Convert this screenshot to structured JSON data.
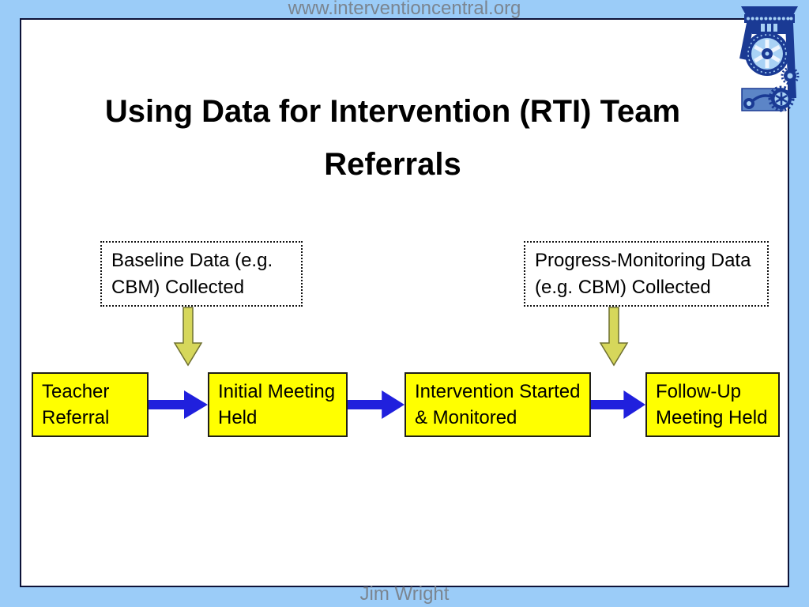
{
  "page": {
    "site_url": "www.interventioncentral.org",
    "author": "Jim Wright"
  },
  "slide": {
    "title": "Using Data for Intervention (RTI) Team\nReferrals"
  },
  "annotations": [
    {
      "label": "Baseline Data (e.g.\nCBM) Collected"
    },
    {
      "label": "Progress-Monitoring Data\n(e.g. CBM) Collected"
    }
  ],
  "flow_steps": [
    {
      "label": "Teacher\nReferral"
    },
    {
      "label": "Initial Meeting\nHeld"
    },
    {
      "label": "Intervention Started\n& Monitored"
    },
    {
      "label": "Follow-Up\nMeeting Held"
    }
  ],
  "icons": {
    "down_arrow": "down-arrow",
    "flow_arrow": "right-arrow",
    "logo": "printing-press-logo"
  },
  "colors": {
    "page_bg": "#9bccf8",
    "slide_bg": "#ffffff",
    "slide_border": "#0d1238",
    "header_text": "#7b8590",
    "title_text": "#000000",
    "step_fill": "#ffff00",
    "step_border": "#202018",
    "flow_arrow": "#2020dd",
    "data_arrow_fill": "#d6d75b",
    "data_arrow_stroke": "#6f7030",
    "logo_navy": "#1a3a94",
    "logo_light": "#a9d2f5",
    "logo_mid": "#5c85c7"
  }
}
